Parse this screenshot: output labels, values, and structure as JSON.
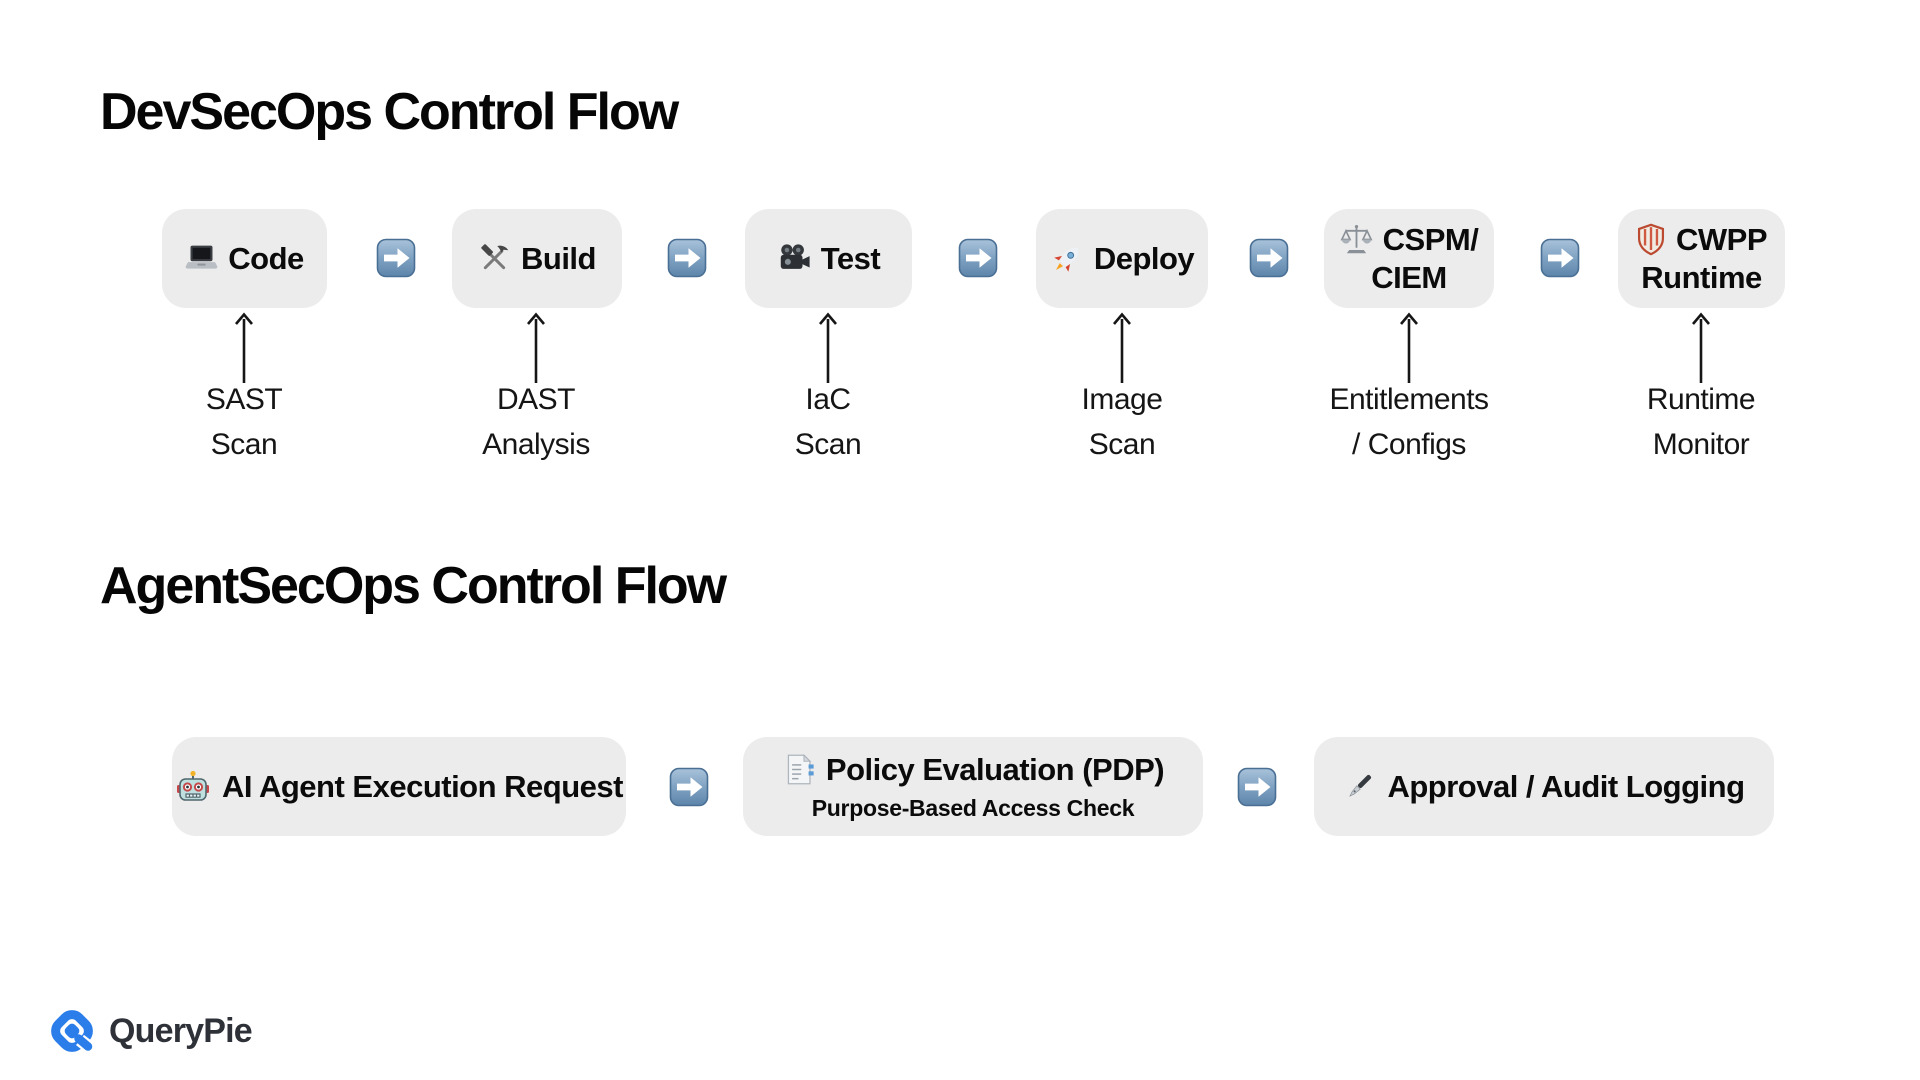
{
  "colors": {
    "background": "#ffffff",
    "box_bg": "#ececec",
    "text": "#0b0b0b",
    "arrow_blue_light": "#a9c2da",
    "arrow_blue_dark": "#5d85aa",
    "arrow_border": "#4a6f94",
    "logo_blue": "#2b7de9",
    "brand_text": "#2e3138"
  },
  "dev_flow": {
    "title": "DevSecOps Control Flow",
    "connector_icon": "arrow-right-icon",
    "stages": [
      {
        "icon": "laptop-icon",
        "label": "Code",
        "label2": "",
        "sublabel_line1": "SAST",
        "sublabel_line2": "Scan"
      },
      {
        "icon": "hammer-and-pick-icon",
        "label": "Build",
        "label2": "",
        "sublabel_line1": "DAST",
        "sublabel_line2": "Analysis"
      },
      {
        "icon": "movie-camera-icon",
        "label": "Test",
        "label2": "",
        "sublabel_line1": "IaC",
        "sublabel_line2": "Scan"
      },
      {
        "icon": "rocket-icon",
        "label": "Deploy",
        "label2": "",
        "sublabel_line1": "Image",
        "sublabel_line2": "Scan"
      },
      {
        "icon": "balance-scale-icon",
        "label": "CSPM/",
        "label2": "CIEM",
        "sublabel_line1": "Entitlements",
        "sublabel_line2": "/ Configs"
      },
      {
        "icon": "shield-icon",
        "label": "CWPP",
        "label2": "Runtime",
        "sublabel_line1": "Runtime",
        "sublabel_line2": "Monitor"
      }
    ]
  },
  "agent_flow": {
    "title": "AgentSecOps Control Flow",
    "connector_icon": "arrow-right-icon",
    "steps": [
      {
        "icon": "robot-icon",
        "label": "AI Agent Execution Request",
        "sublabel": ""
      },
      {
        "icon": "bookmark-tabs-icon",
        "label": "Policy Evaluation (PDP)",
        "sublabel": "Purpose-Based Access Check"
      },
      {
        "icon": "fountain-pen-icon",
        "label": "Approval / Audit Logging",
        "sublabel": ""
      }
    ]
  },
  "footer": {
    "brand": "QueryPie"
  }
}
